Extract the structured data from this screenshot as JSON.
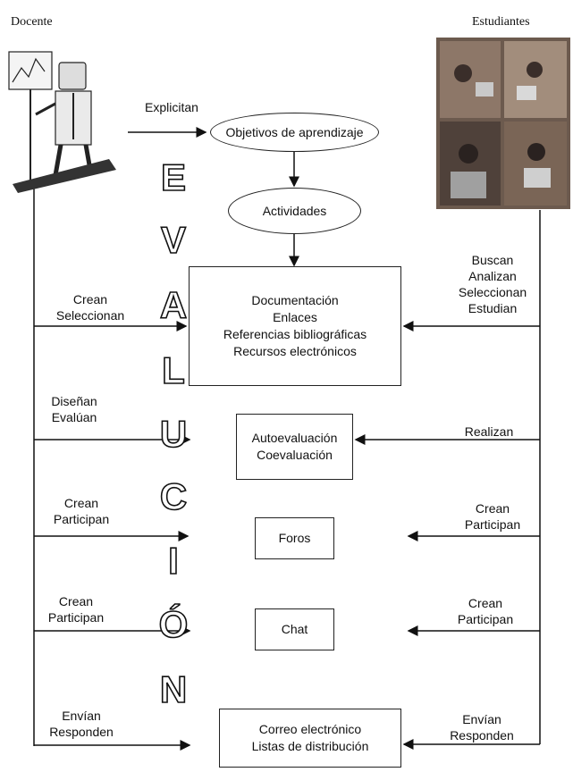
{
  "actors": {
    "left": "Docente",
    "right": "Estudiantes"
  },
  "vertical_word": [
    "E",
    "V",
    "A",
    "L",
    "U",
    "C",
    "I",
    "Ó",
    "N"
  ],
  "nodes": {
    "objetivos": "Objetivos de aprendizaje",
    "actividades": "Actividades",
    "recursos": [
      "Documentación",
      "Enlaces",
      "Referencias bibliográficas",
      "Recursos electrónicos"
    ],
    "evaluacion": [
      "Autoevaluación",
      "Coevaluación"
    ],
    "foros": "Foros",
    "chat": "Chat",
    "correo": [
      "Correo electrónico",
      "Listas de distribución"
    ]
  },
  "left_labels": {
    "explicitan": "Explicitan",
    "recursos": [
      "Crean",
      "Seleccionan"
    ],
    "evaluacion": [
      "Diseñan",
      "Evalúan"
    ],
    "foros": [
      "Crean",
      "Participan"
    ],
    "chat": [
      "Crean",
      "Participan"
    ],
    "correo": [
      "Envían",
      "Responden"
    ]
  },
  "right_labels": {
    "recursos": [
      "Buscan",
      "Analizan",
      "Seleccionan",
      "Estudian"
    ],
    "evaluacion": [
      "Realizan"
    ],
    "foros": [
      "Crean",
      "Participan"
    ],
    "chat": [
      "Crean",
      "Participan"
    ],
    "correo": [
      "Envían",
      "Responden"
    ]
  }
}
